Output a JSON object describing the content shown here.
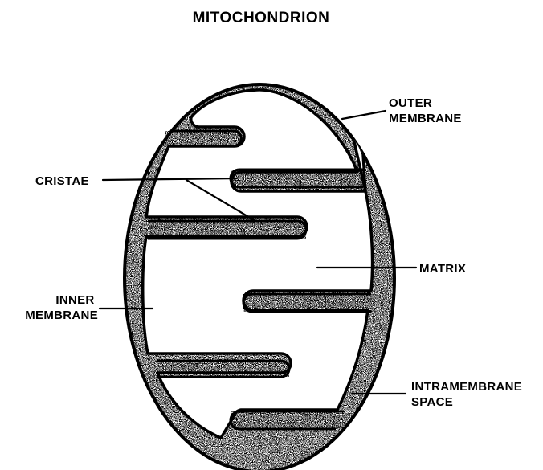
{
  "title": "MITOCHONDRION",
  "labels": {
    "outer_membrane": [
      "OUTER",
      "MEMBRANE"
    ],
    "cristae": "CRISTAE",
    "matrix": "MATRIX",
    "inner_membrane": [
      "INNER",
      "MEMBRANE"
    ],
    "intramembrane_space": [
      "INTRAMEMBRANE",
      "SPACE"
    ]
  },
  "colors": {
    "ink": "#000000",
    "paper": "#ffffff"
  }
}
